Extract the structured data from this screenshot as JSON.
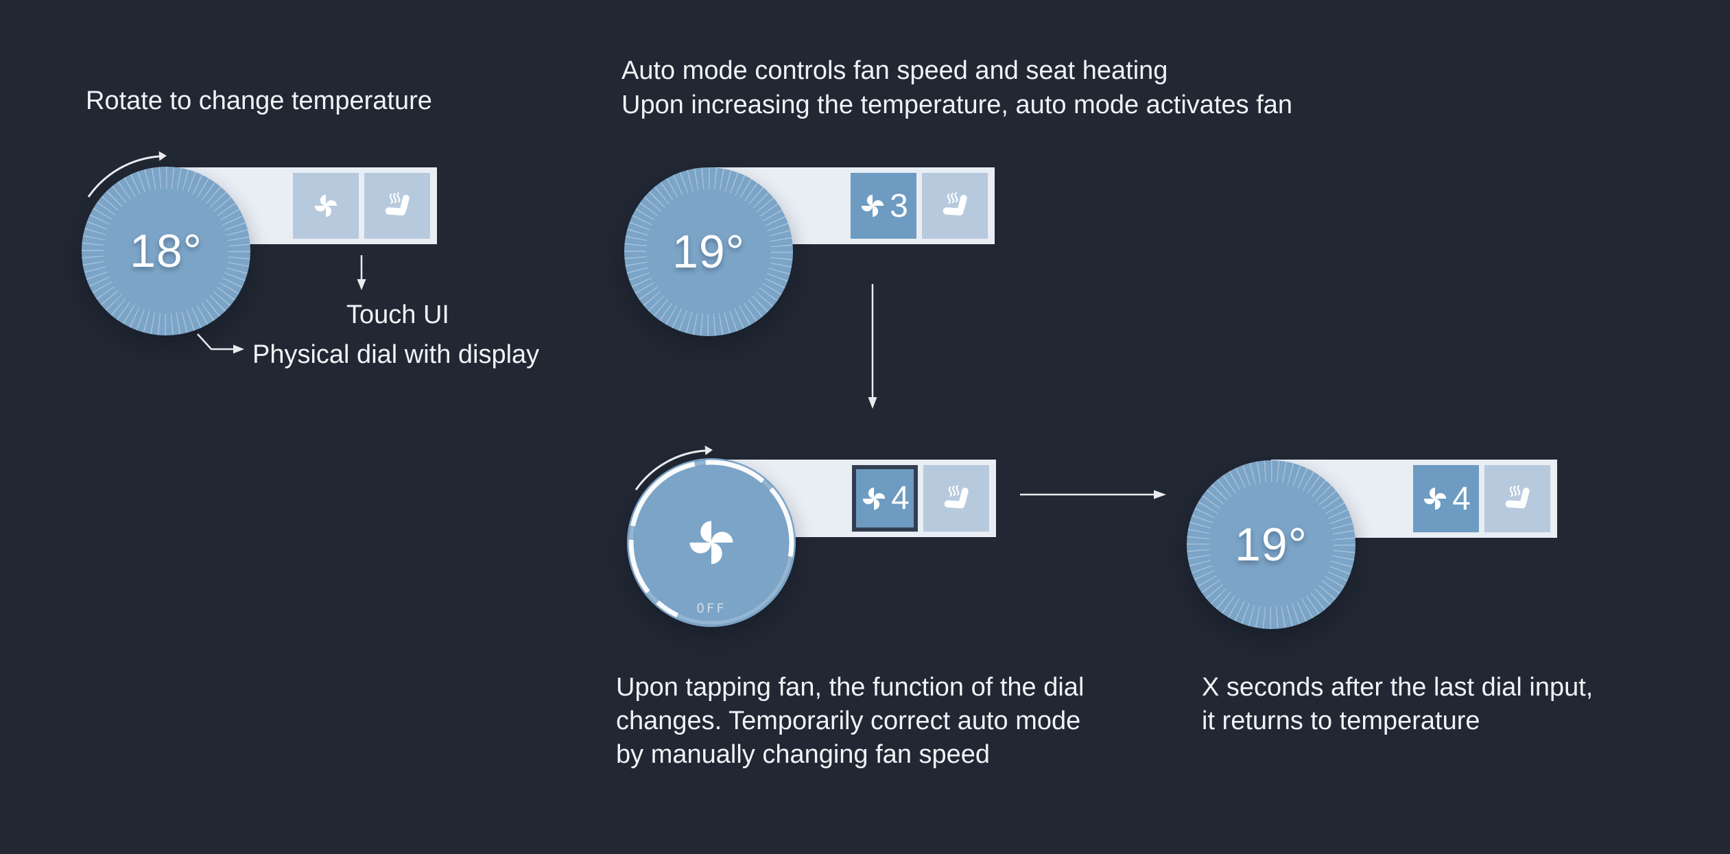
{
  "colors": {
    "background": "#212733",
    "dial_blue": "#7ba4c7",
    "touch_panel": "#e9edf4",
    "button_inactive": "#b7c9dd",
    "button_active": "#6d9bc1",
    "highlight_border": "#333e51",
    "text": "#f0f3f7"
  },
  "step1": {
    "title": "Rotate to change temperature",
    "dial_value": "18°",
    "touch_ui_label": "Touch UI",
    "physical_dial_label": "Physical dial with display"
  },
  "step2": {
    "title_line1": "Auto mode controls fan speed and seat heating",
    "title_line2": "Upon increasing the temperature, auto mode activates fan",
    "dial_value": "19°",
    "fan_level": "3"
  },
  "step3": {
    "fan_level": "4",
    "dial_off_label": "OFF",
    "caption_line1": "Upon tapping fan, the function of the dial",
    "caption_line2": "changes. Temporarily correct auto mode",
    "caption_line3": "by manually changing fan speed"
  },
  "step4": {
    "dial_value": "19°",
    "fan_level": "4",
    "caption_line1": "X seconds after the last dial input,",
    "caption_line2": "it returns to temperature"
  }
}
